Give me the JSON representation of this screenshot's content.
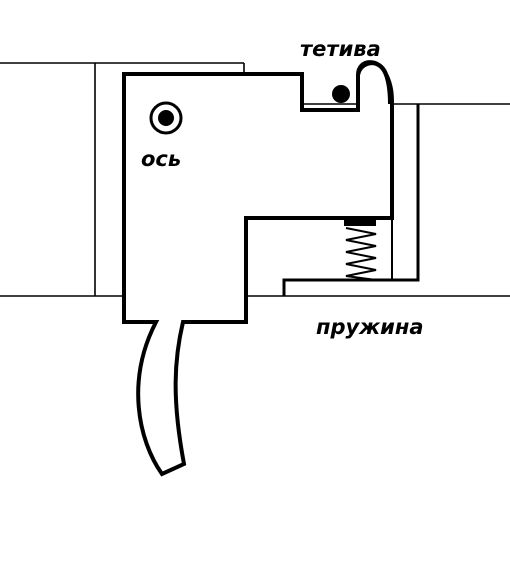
{
  "labels": {
    "string": "тетива",
    "axis": "ось",
    "spring": "пружина"
  },
  "colors": {
    "ink": "#000000",
    "background": "#ffffff"
  }
}
